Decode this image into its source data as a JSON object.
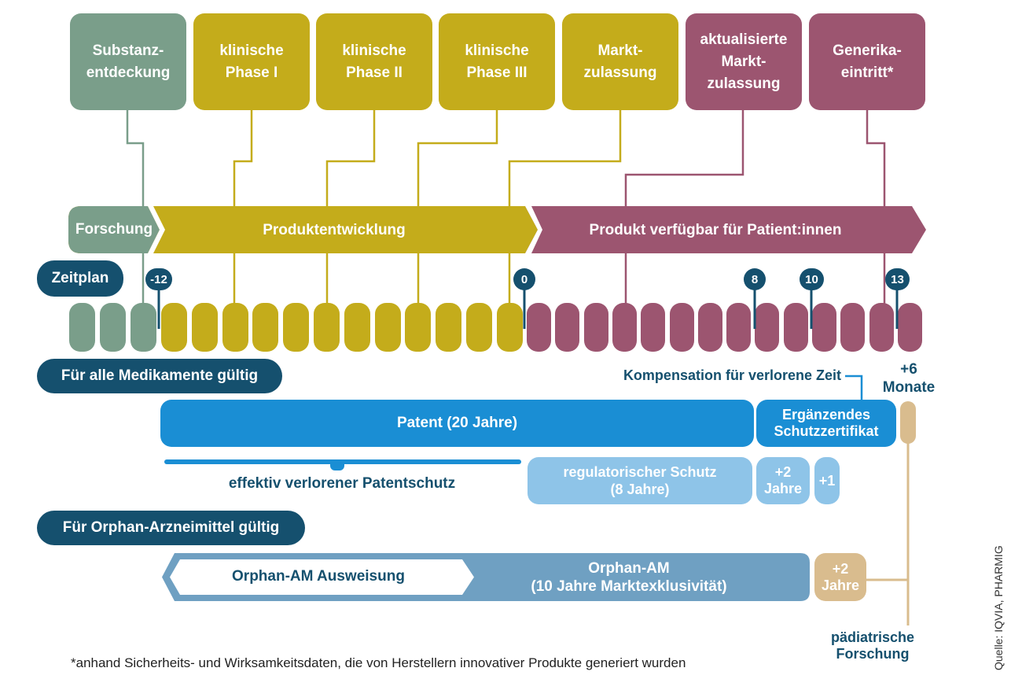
{
  "colors": {
    "green": "#7a9e8a",
    "olive": "#c4ac1b",
    "plum": "#9c5570",
    "navy": "#15506e",
    "blue": "#1a8ed4",
    "lightblue": "#8ec4e8",
    "steelblue": "#6fa0c2",
    "tan": "#d9bc8e",
    "darkblue_text": "#15506e"
  },
  "phases": [
    {
      "label": "Substanz-\nentdeckung",
      "color": "green"
    },
    {
      "label": "klinische\nPhase I",
      "color": "olive"
    },
    {
      "label": "klinische\nPhase II",
      "color": "olive"
    },
    {
      "label": "klinische\nPhase III",
      "color": "olive"
    },
    {
      "label": "Markt-\nzulassung",
      "color": "olive"
    },
    {
      "label": "aktualisierte\nMarkt-\nzulassung",
      "color": "plum"
    },
    {
      "label": "Generika-\neintritt*",
      "color": "plum"
    }
  ],
  "stages": {
    "forschung": "Forschung",
    "produktentwicklung": "Produktentwicklung",
    "verfuegbar": "Produkt verfügbar für Patient:innen"
  },
  "timeline": {
    "label": "Zeitplan",
    "markers": [
      "-12",
      "0",
      "8",
      "10",
      "13"
    ]
  },
  "sections": {
    "all": "Für alle Medikamente gültig",
    "orphan": "Für Orphan-Arzneimittel gültig"
  },
  "bars": {
    "patent": "Patent (20 Jahre)",
    "spc": "Ergänzendes\nSchutzzertifikat",
    "kompensation": "Kompensation für verlorene Zeit",
    "plus6": "+6\nMonate",
    "effektiv": "effektiv verlorener Patentschutz",
    "regulatorisch": "regulatorischer Schutz\n(8 Jahre)",
    "plus2_reg": "+2\nJahre",
    "plus1": "+1",
    "orphan_ausweisung": "Orphan-AM Ausweisung",
    "orphan_exklusiv": "Orphan-AM\n(10 Jahre Marktexklusivität)",
    "plus2_orphan": "+2\nJahre",
    "paediatrisch": "pädiatrische\nForschung"
  },
  "footnote": "*anhand Sicherheits- und Wirksamkeitsdaten, die von Herstellern innovativer Produkte generiert wurden",
  "source": "Quelle: IQVIA, PHARMIG"
}
